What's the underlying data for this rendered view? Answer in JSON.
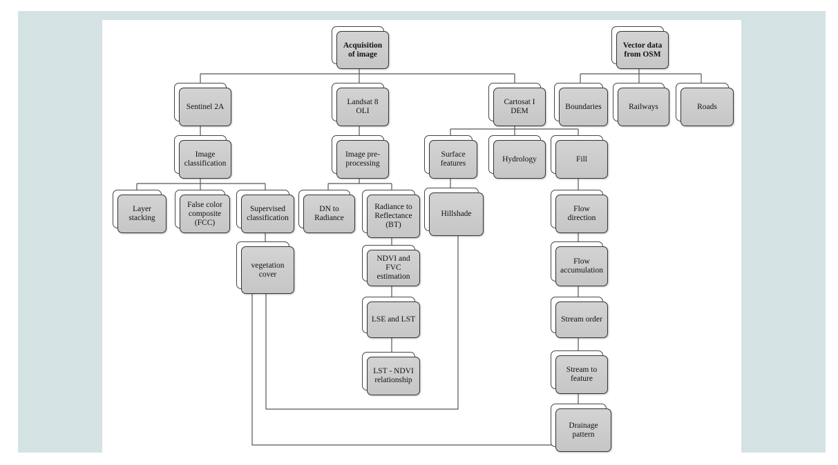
{
  "diagram": {
    "roots": {
      "acquisition": "Acquisition\nof image",
      "vector_osm": "Vector data\nfrom OSM"
    },
    "sources": {
      "sentinel": "Sentinel 2A",
      "landsat": "Landsat 8\nOLI",
      "cartosat": "Cartosat I\nDEM"
    },
    "osm_layers": {
      "boundaries": "Boundaries",
      "railways": "Railways",
      "roads": "Roads"
    },
    "sentinel_branch": {
      "image_classification": "Image\nclassification",
      "layer_stacking": "Layer\nstacking",
      "false_color": "False color\ncomposite\n(FCC)",
      "supervised": "Supervised\nclassification",
      "vegetation_cover": "vegetation\ncover"
    },
    "landsat_branch": {
      "preprocessing": "Image pre-\nprocessing",
      "dn_radiance": "DN to\nRadiance",
      "radiance_reflectance": "Radiance to\nReflectance\n(BT)",
      "ndvi_fvc": "NDVI and\nFVC\nestimation",
      "lse_lst": "LSE and LST",
      "lst_ndvi": "LST - NDVI\nrelationship"
    },
    "cartosat_branch": {
      "surface_features": "Surface\nfeatures",
      "hillshade": "Hillshade",
      "hydrology": "Hydrology",
      "fill": "Fill",
      "flow_direction": "Flow\ndirection",
      "flow_accumulation": "Flow\naccumulation",
      "stream_order": "Stream order",
      "stream_feature": "Stream to\nfeature",
      "drainage_pattern": "Drainage\npattern"
    }
  }
}
